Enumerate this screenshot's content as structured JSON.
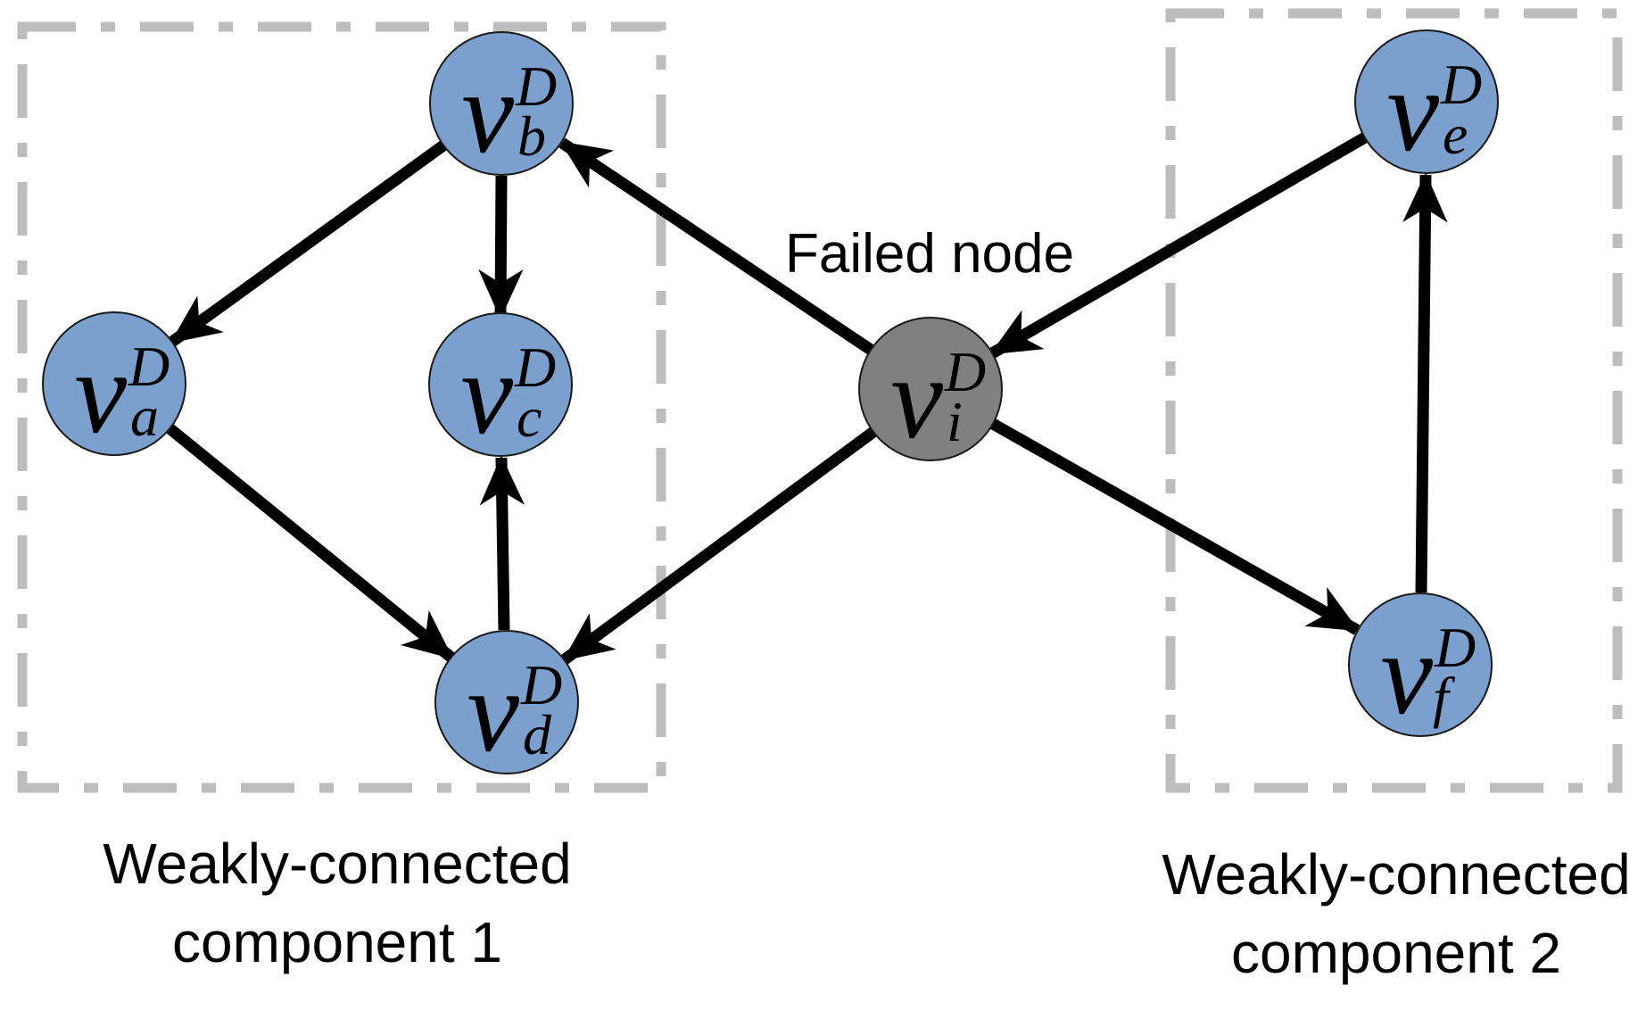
{
  "diagram": {
    "type": "directed-graph",
    "failed_node_label": "Failed node",
    "component1": {
      "line1": "Weakly-connected",
      "line2": "component 1"
    },
    "component2": {
      "line1": "Weakly-connected",
      "line2": "component 2"
    },
    "nodes": [
      {
        "id": "va",
        "base": "v",
        "sup": "D",
        "sub": "a",
        "role": "normal",
        "component": "component 1"
      },
      {
        "id": "vb",
        "base": "v",
        "sup": "D",
        "sub": "b",
        "role": "normal",
        "component": "component 1"
      },
      {
        "id": "vc",
        "base": "v",
        "sup": "D",
        "sub": "c",
        "role": "normal",
        "component": "component 1"
      },
      {
        "id": "vd",
        "base": "v",
        "sup": "D",
        "sub": "d",
        "role": "normal",
        "component": "component 1"
      },
      {
        "id": "vi",
        "base": "v",
        "sup": "D",
        "sub": "i",
        "role": "failed",
        "component": "none"
      },
      {
        "id": "ve",
        "base": "v",
        "sup": "D",
        "sub": "e",
        "role": "normal",
        "component": "component 2"
      },
      {
        "id": "vf",
        "base": "v",
        "sup": "D",
        "sub": "f",
        "role": "normal",
        "component": "component 2"
      }
    ],
    "edges": [
      {
        "from": "vb",
        "to": "va"
      },
      {
        "from": "vb",
        "to": "vc"
      },
      {
        "from": "va",
        "to": "vd"
      },
      {
        "from": "vd",
        "to": "vc"
      },
      {
        "from": "vi",
        "to": "vb"
      },
      {
        "from": "ve",
        "to": "vi"
      },
      {
        "from": "vi",
        "to": "vd"
      },
      {
        "from": "vi",
        "to": "vf"
      },
      {
        "from": "vf",
        "to": "ve"
      }
    ],
    "colors": {
      "node_fill": "#7BA0CD",
      "failed_fill": "#808080",
      "box_dash": "#BDBDBD",
      "edge": "#000000",
      "text": "#000000",
      "background": "#FFFFFF"
    }
  }
}
